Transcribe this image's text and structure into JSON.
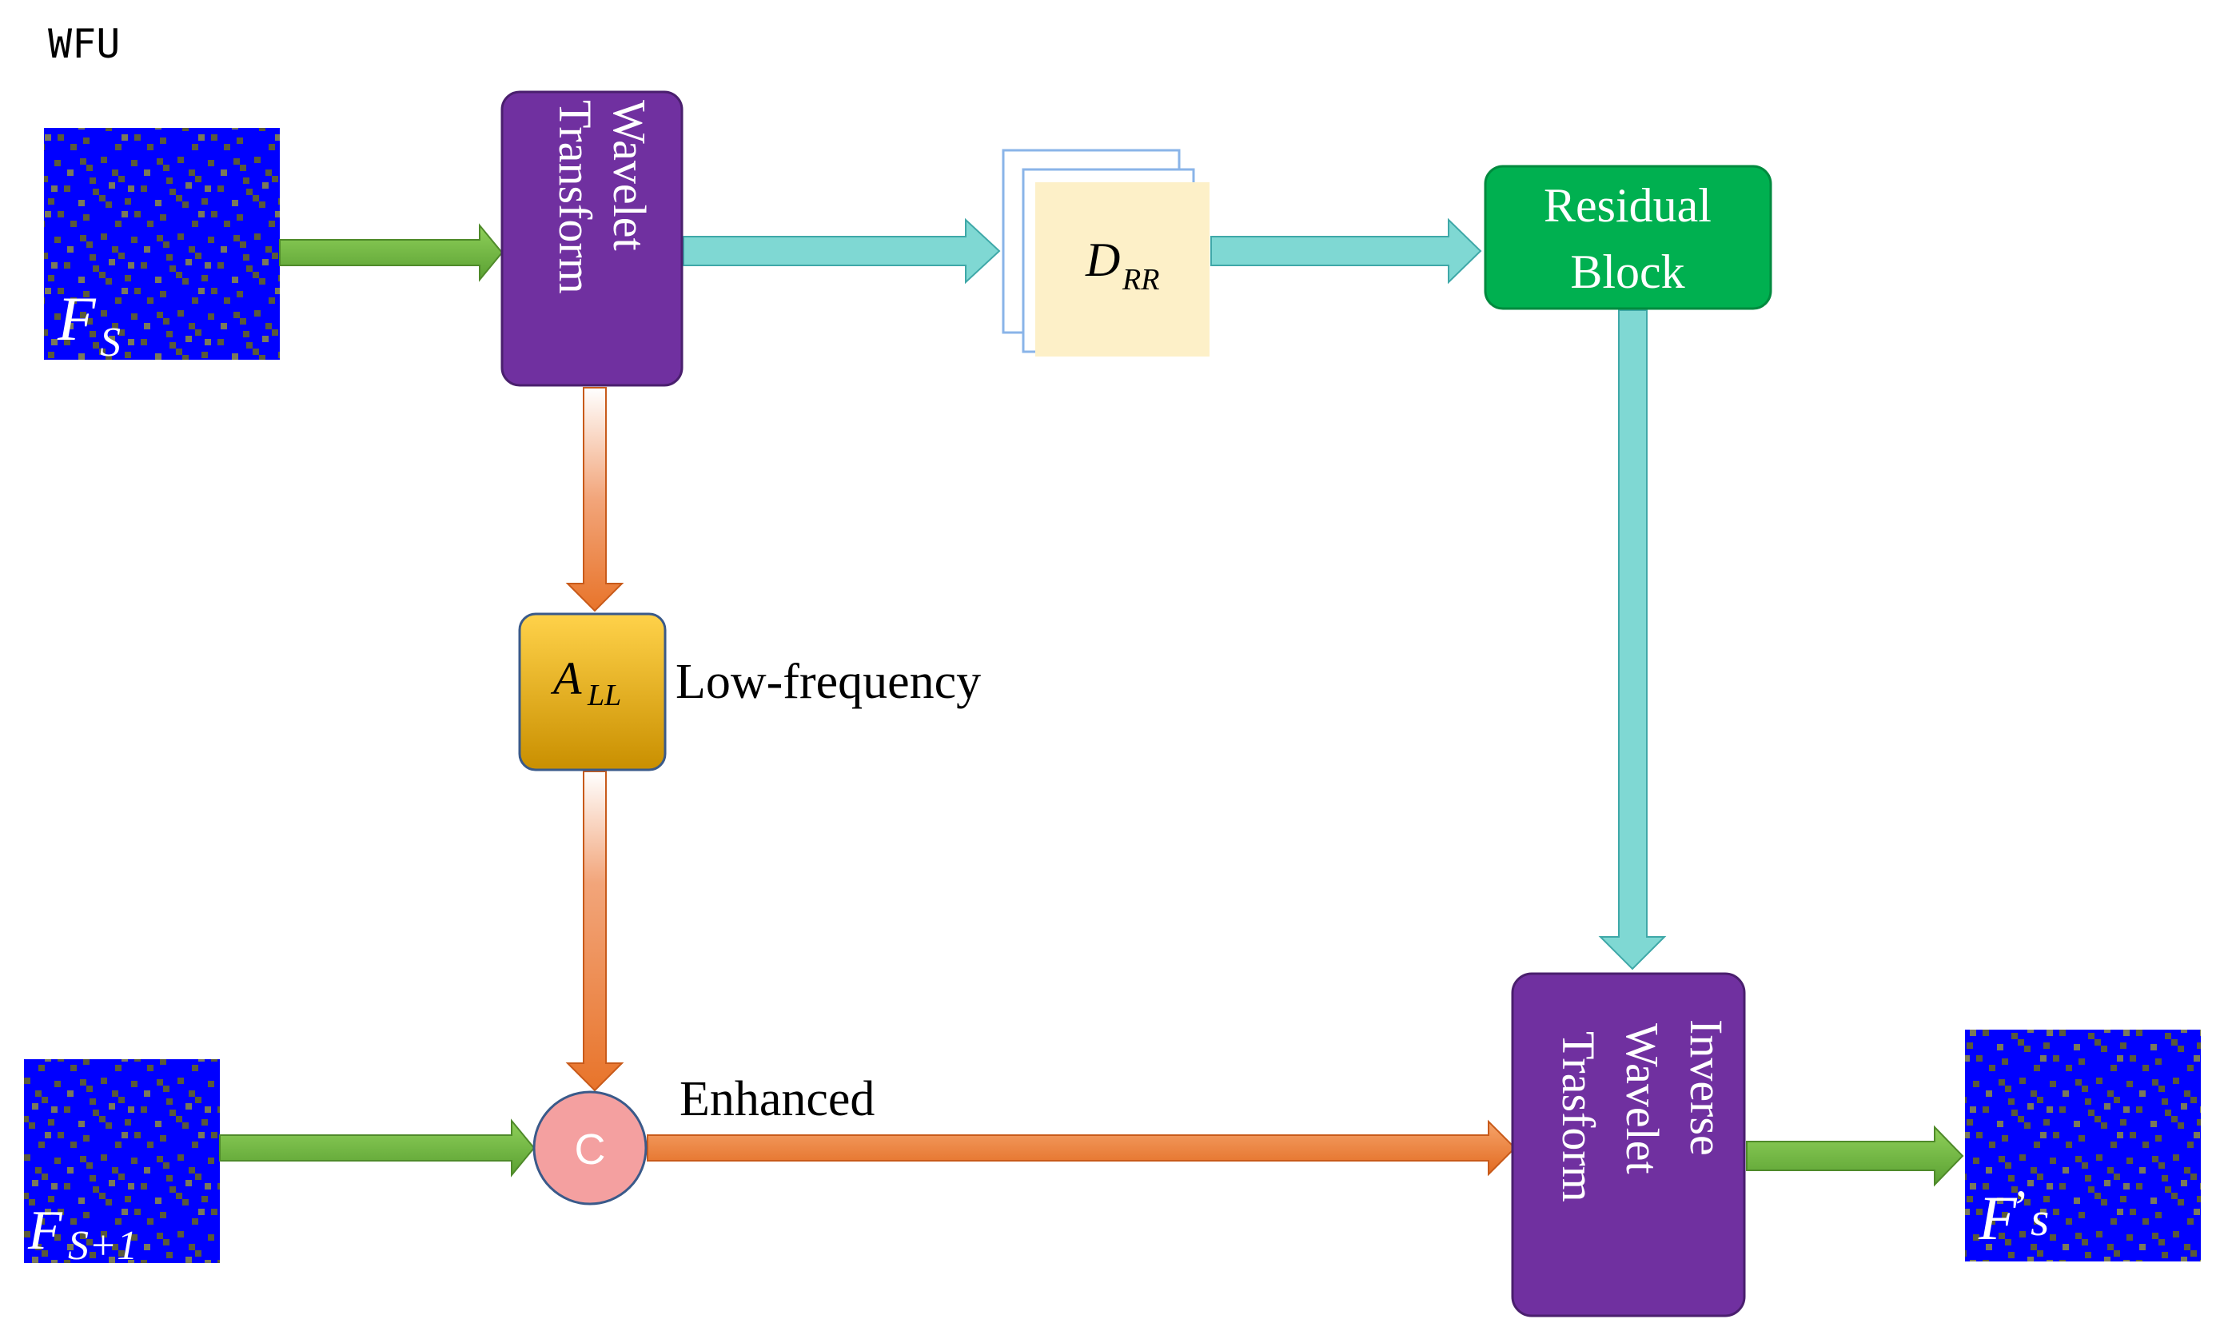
{
  "title": "WFU",
  "blocks": {
    "wavelet_transform": [
      "Wavelet",
      "Transform"
    ],
    "residual_block": [
      "Residual",
      "Block"
    ],
    "inverse_wavelet": [
      "Inverse",
      "Wavelet",
      "Trasform"
    ],
    "concat": "C"
  },
  "math": {
    "d_rr": {
      "base": "D",
      "sub": "RR"
    },
    "a_ll": {
      "base": "A",
      "sub": "LL"
    },
    "fs": {
      "base": "F",
      "sub": "S"
    },
    "fs1": {
      "base": "F",
      "sub": "S+1"
    },
    "fs_out": {
      "base": "F",
      "prime": "’",
      "tail": "s"
    }
  },
  "labels": {
    "low_frequency": "Low-frequency",
    "enhanced": "Enhanced"
  },
  "colors": {
    "purple": "#7030a0",
    "green_block": "#00b050",
    "teal_arrow": "#7fd8d3",
    "orange_arrow": "#e8742a",
    "green_arrow": "#6cb33f",
    "feature_blue": "#0000ff",
    "gold": "#f0b800",
    "concat_pink": "#f4a0a0",
    "cream": "#fdf0c8"
  }
}
